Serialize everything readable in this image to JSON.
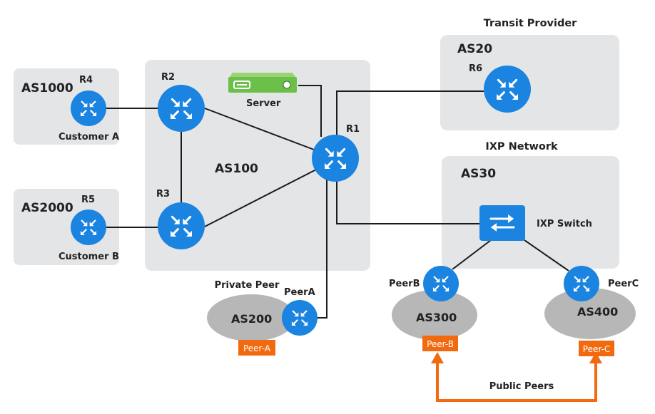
{
  "colors": {
    "router": "#1a84e0",
    "box": "#e4e5e7",
    "cloud": "#b7b7b7",
    "tag": "#f26a10",
    "server": "#6cc04a",
    "line": "#1b1b1b"
  },
  "regions": {
    "as1000": "AS1000",
    "as2000": "AS2000",
    "as100": "AS100",
    "as20": "AS20",
    "as30": "AS30",
    "as200": "AS200",
    "as300": "AS300",
    "as400": "AS400"
  },
  "headings": {
    "transit": "Transit Provider",
    "ixp": "IXP Network",
    "private_peer": "Private Peer",
    "public_peers": "Public Peers"
  },
  "labels": {
    "r1": "R1",
    "r2": "R2",
    "r3": "R3",
    "r4": "R4",
    "r5": "R5",
    "r6": "R6",
    "server": "Server",
    "customer_a": "Customer A",
    "customer_b": "Customer B",
    "ixp_switch": "IXP Switch",
    "peera": "PeerA",
    "peerb": "PeerB",
    "peerc": "PeerC"
  },
  "tags": {
    "peer_a": "Peer-A",
    "peer_b": "Peer-B",
    "peer_c": "Peer-C"
  }
}
